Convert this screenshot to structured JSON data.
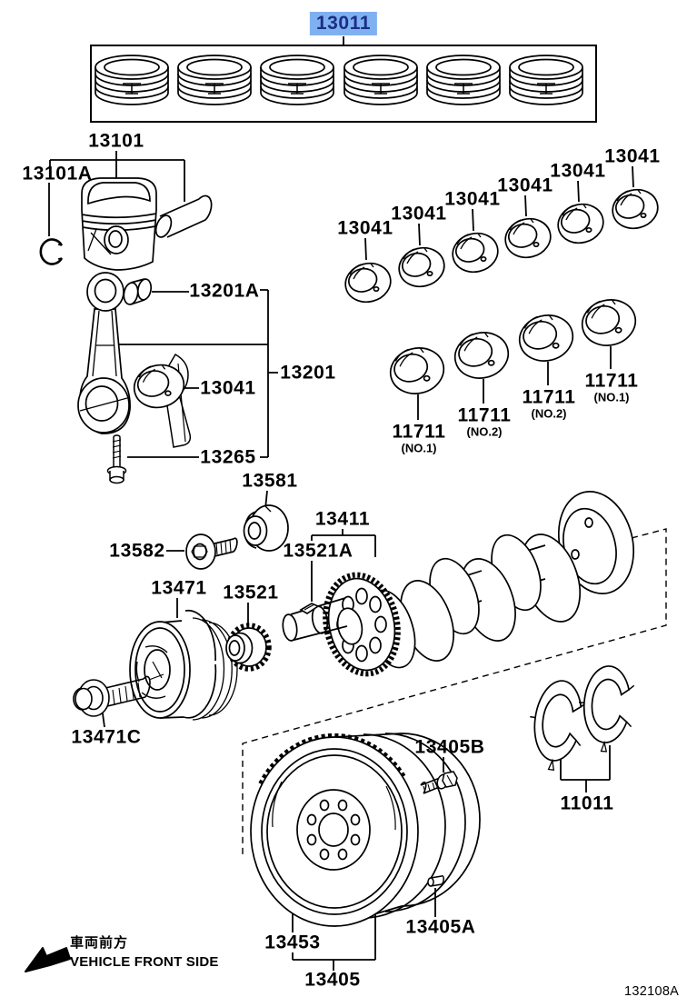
{
  "diagram": {
    "code": "132108A",
    "selected_part": "13011",
    "highlight_bg": "#7fb1f1",
    "highlight_fg": "#1b2d85",
    "line_color": "#000000",
    "front_arrow_jp": "車両前方",
    "front_arrow_en": "VEHICLE FRONT SIDE"
  },
  "labels": [
    {
      "id": "13011",
      "text": "13011",
      "highlighted": true
    },
    {
      "id": "13101",
      "text": "13101"
    },
    {
      "id": "13101A",
      "text": "13101A"
    },
    {
      "id": "13201A",
      "text": "13201A"
    },
    {
      "id": "13201",
      "text": "13201"
    },
    {
      "id": "13041-rod",
      "text": "13041"
    },
    {
      "id": "13265",
      "text": "13265"
    },
    {
      "id": "13041-1",
      "text": "13041"
    },
    {
      "id": "13041-2",
      "text": "13041"
    },
    {
      "id": "13041-3",
      "text": "13041"
    },
    {
      "id": "13041-4",
      "text": "13041"
    },
    {
      "id": "13041-5",
      "text": "13041"
    },
    {
      "id": "13041-6",
      "text": "13041"
    },
    {
      "id": "11711-a",
      "text": "11711",
      "sub": "(NO.1)"
    },
    {
      "id": "11711-b",
      "text": "11711",
      "sub": "(NO.2)"
    },
    {
      "id": "11711-c",
      "text": "11711",
      "sub": "(NO.2)"
    },
    {
      "id": "11711-d",
      "text": "11711",
      "sub": "(NO.1)"
    },
    {
      "id": "13581",
      "text": "13581"
    },
    {
      "id": "13582",
      "text": "13582"
    },
    {
      "id": "13411",
      "text": "13411"
    },
    {
      "id": "13521A",
      "text": "13521A"
    },
    {
      "id": "13471",
      "text": "13471"
    },
    {
      "id": "13521",
      "text": "13521"
    },
    {
      "id": "13471C",
      "text": "13471C"
    },
    {
      "id": "13405B",
      "text": "13405B"
    },
    {
      "id": "11011",
      "text": "11011"
    },
    {
      "id": "13405A",
      "text": "13405A"
    },
    {
      "id": "13453",
      "text": "13453"
    },
    {
      "id": "13405",
      "text": "13405"
    }
  ]
}
